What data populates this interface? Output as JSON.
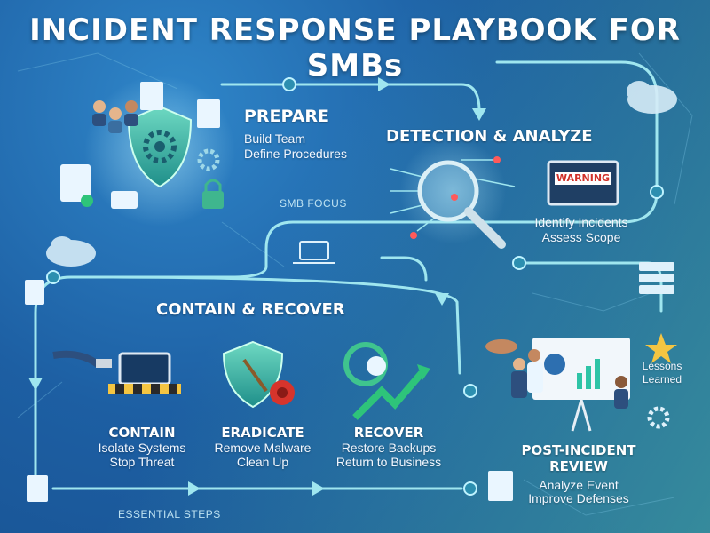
{
  "title": "INCIDENT RESPONSE PLAYBOOK FOR SMBs",
  "prepare": {
    "heading": "PREPARE",
    "line1": "Build Team",
    "line2": "Define Procedures"
  },
  "detect": {
    "heading": "DETECTION & ANALYZE",
    "warning": "WARNING",
    "line1": "Identify Incidents",
    "line2": "Assess Scope"
  },
  "smb_focus": "SMB FOCUS",
  "contain_recover": {
    "heading": "CONTAIN & RECOVER"
  },
  "contain": {
    "heading": "CONTAIN",
    "line1": "Isolate Systems",
    "line2": "Stop Threat"
  },
  "eradicate": {
    "heading": "ERADICATE",
    "line1": "Remove Malware",
    "line2": "Clean Up"
  },
  "recover": {
    "heading": "RECOVER",
    "line1": "Restore Backups",
    "line2": "Return to Business"
  },
  "review": {
    "heading1": "POST-INCIDENT",
    "heading2": "REVIEW",
    "line1": "Analyze Event",
    "line2": "Improve Defenses",
    "badge": "Lessons Learned"
  },
  "essential_steps": "ESSENTIAL STEPS",
  "colors": {
    "flow": "#9fe6ef",
    "accent": "#2ec4a6",
    "warning": "#d0322a",
    "gold": "#f4c542"
  }
}
